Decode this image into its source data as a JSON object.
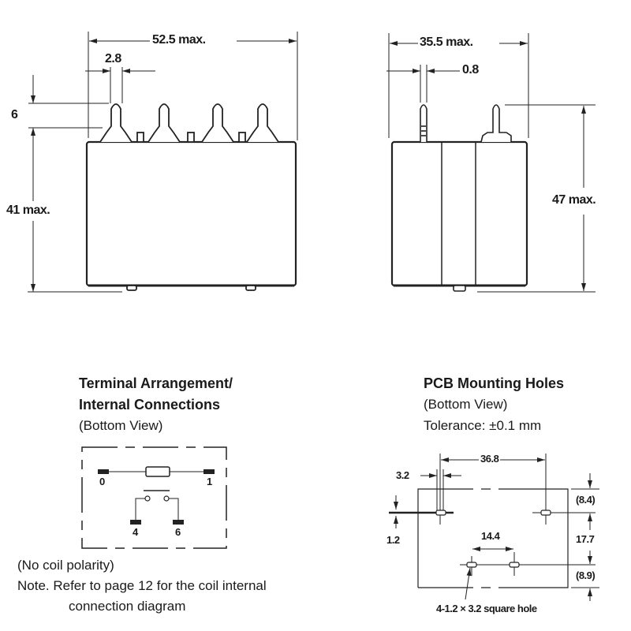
{
  "front_view": {
    "width_dim": "52.5 max.",
    "terminal_width_dim": "2.8",
    "terminal_height_dim": "6",
    "height_dim": "41 max."
  },
  "side_view": {
    "width_dim": "35.5 max.",
    "pin_thickness_dim": "0.8",
    "height_dim": "47 max."
  },
  "terminal_arrangement": {
    "title_line1": "Terminal Arrangement/",
    "title_line2": "Internal Connections",
    "subtitle": "(Bottom View)",
    "terminals": [
      "0",
      "1",
      "4",
      "6"
    ],
    "note_polarity": "(No coil polarity)",
    "note_line1": "Note. Refer to page 12 for the coil internal",
    "note_line2": "connection diagram"
  },
  "pcb_holes": {
    "title": "PCB Mounting Holes",
    "subtitle": "(Bottom View)",
    "tolerance": "Tolerance: ±0.1 mm",
    "dims": {
      "horizontal_span": "36.8",
      "hole_width": "3.2",
      "hole_height": "1.2",
      "inner_span": "14.4",
      "top_offset": "(8.4)",
      "row_spacing": "17.7",
      "bottom_offset": "(8.9)"
    },
    "hole_note": "4-1.2 × 3.2 square hole"
  }
}
